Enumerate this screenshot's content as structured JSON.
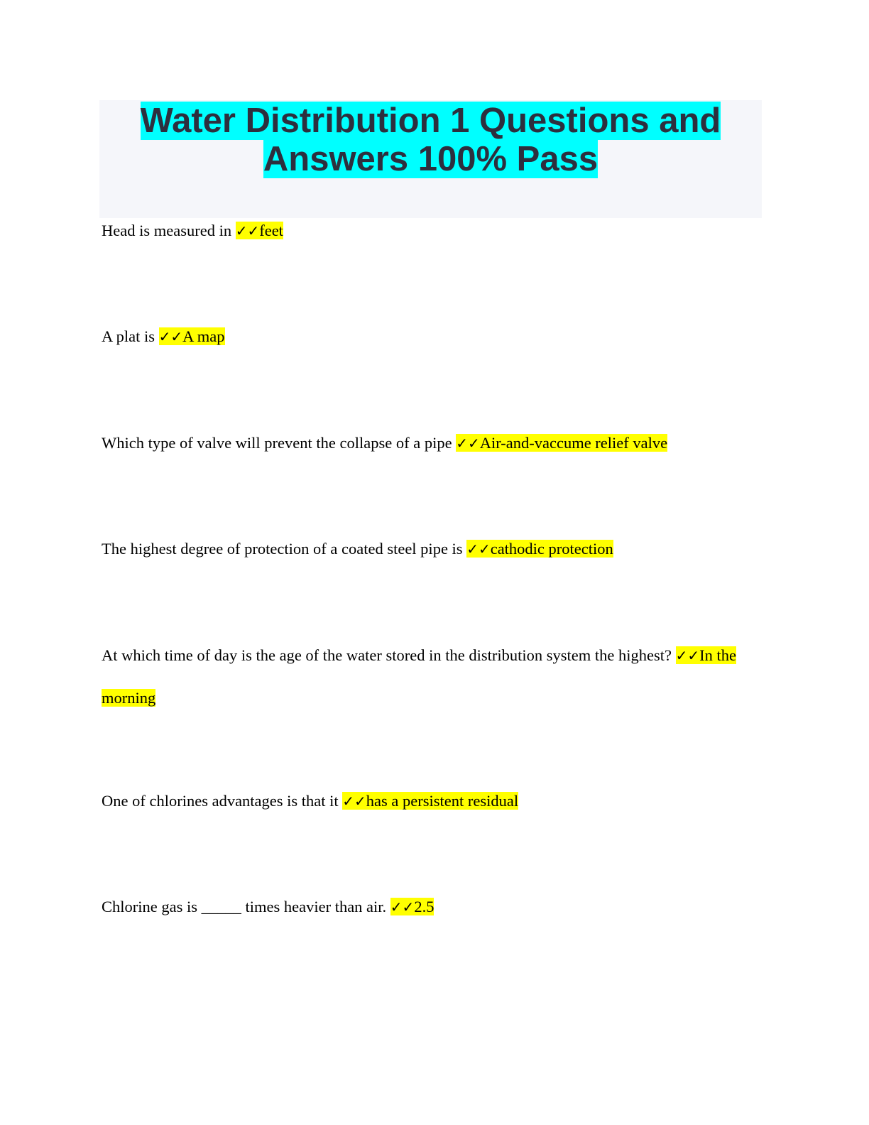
{
  "title": "Water Distribution 1 Questions and Answers 100% Pass",
  "check_mark": "✓✓",
  "items": [
    {
      "question": "Head is measured in ",
      "answer": "feet"
    },
    {
      "question": "A plat is ",
      "answer": "A map"
    },
    {
      "question": "Which type of valve will prevent the collapse of a pipe ",
      "answer": "Air-and-vaccume relief valve"
    },
    {
      "question": "The highest degree of protection of a coated steel pipe is ",
      "answer": "cathodic protection"
    },
    {
      "question": "At which time of day is the age of the water stored in the distribution system the highest? ",
      "answer": "In the morning"
    },
    {
      "question": "One of chlorines advantages is that it ",
      "answer": "has a persistent residual"
    },
    {
      "question": "Chlorine gas is _____ times heavier than air. ",
      "answer": "2.5"
    }
  ]
}
